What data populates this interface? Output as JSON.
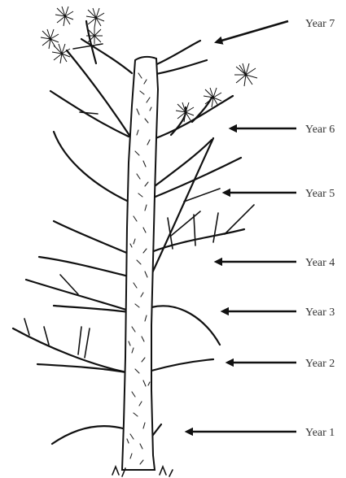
{
  "labels": [
    {
      "key": "year7",
      "text": "Year 7"
    },
    {
      "key": "year6",
      "text": "Year 6"
    },
    {
      "key": "year5",
      "text": "Year 5"
    },
    {
      "key": "year4",
      "text": "Year 4"
    },
    {
      "key": "year3",
      "text": "Year 3"
    },
    {
      "key": "year2",
      "text": "Year 2"
    },
    {
      "key": "year1",
      "text": "Year 1"
    }
  ]
}
